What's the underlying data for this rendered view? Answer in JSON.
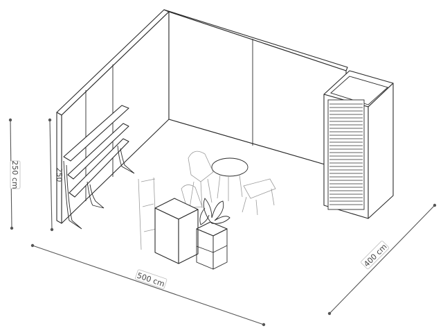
{
  "dimensions": {
    "height_outer": "250 cm",
    "height_inner": "250",
    "width": "500 cm",
    "depth": "400 cm"
  }
}
